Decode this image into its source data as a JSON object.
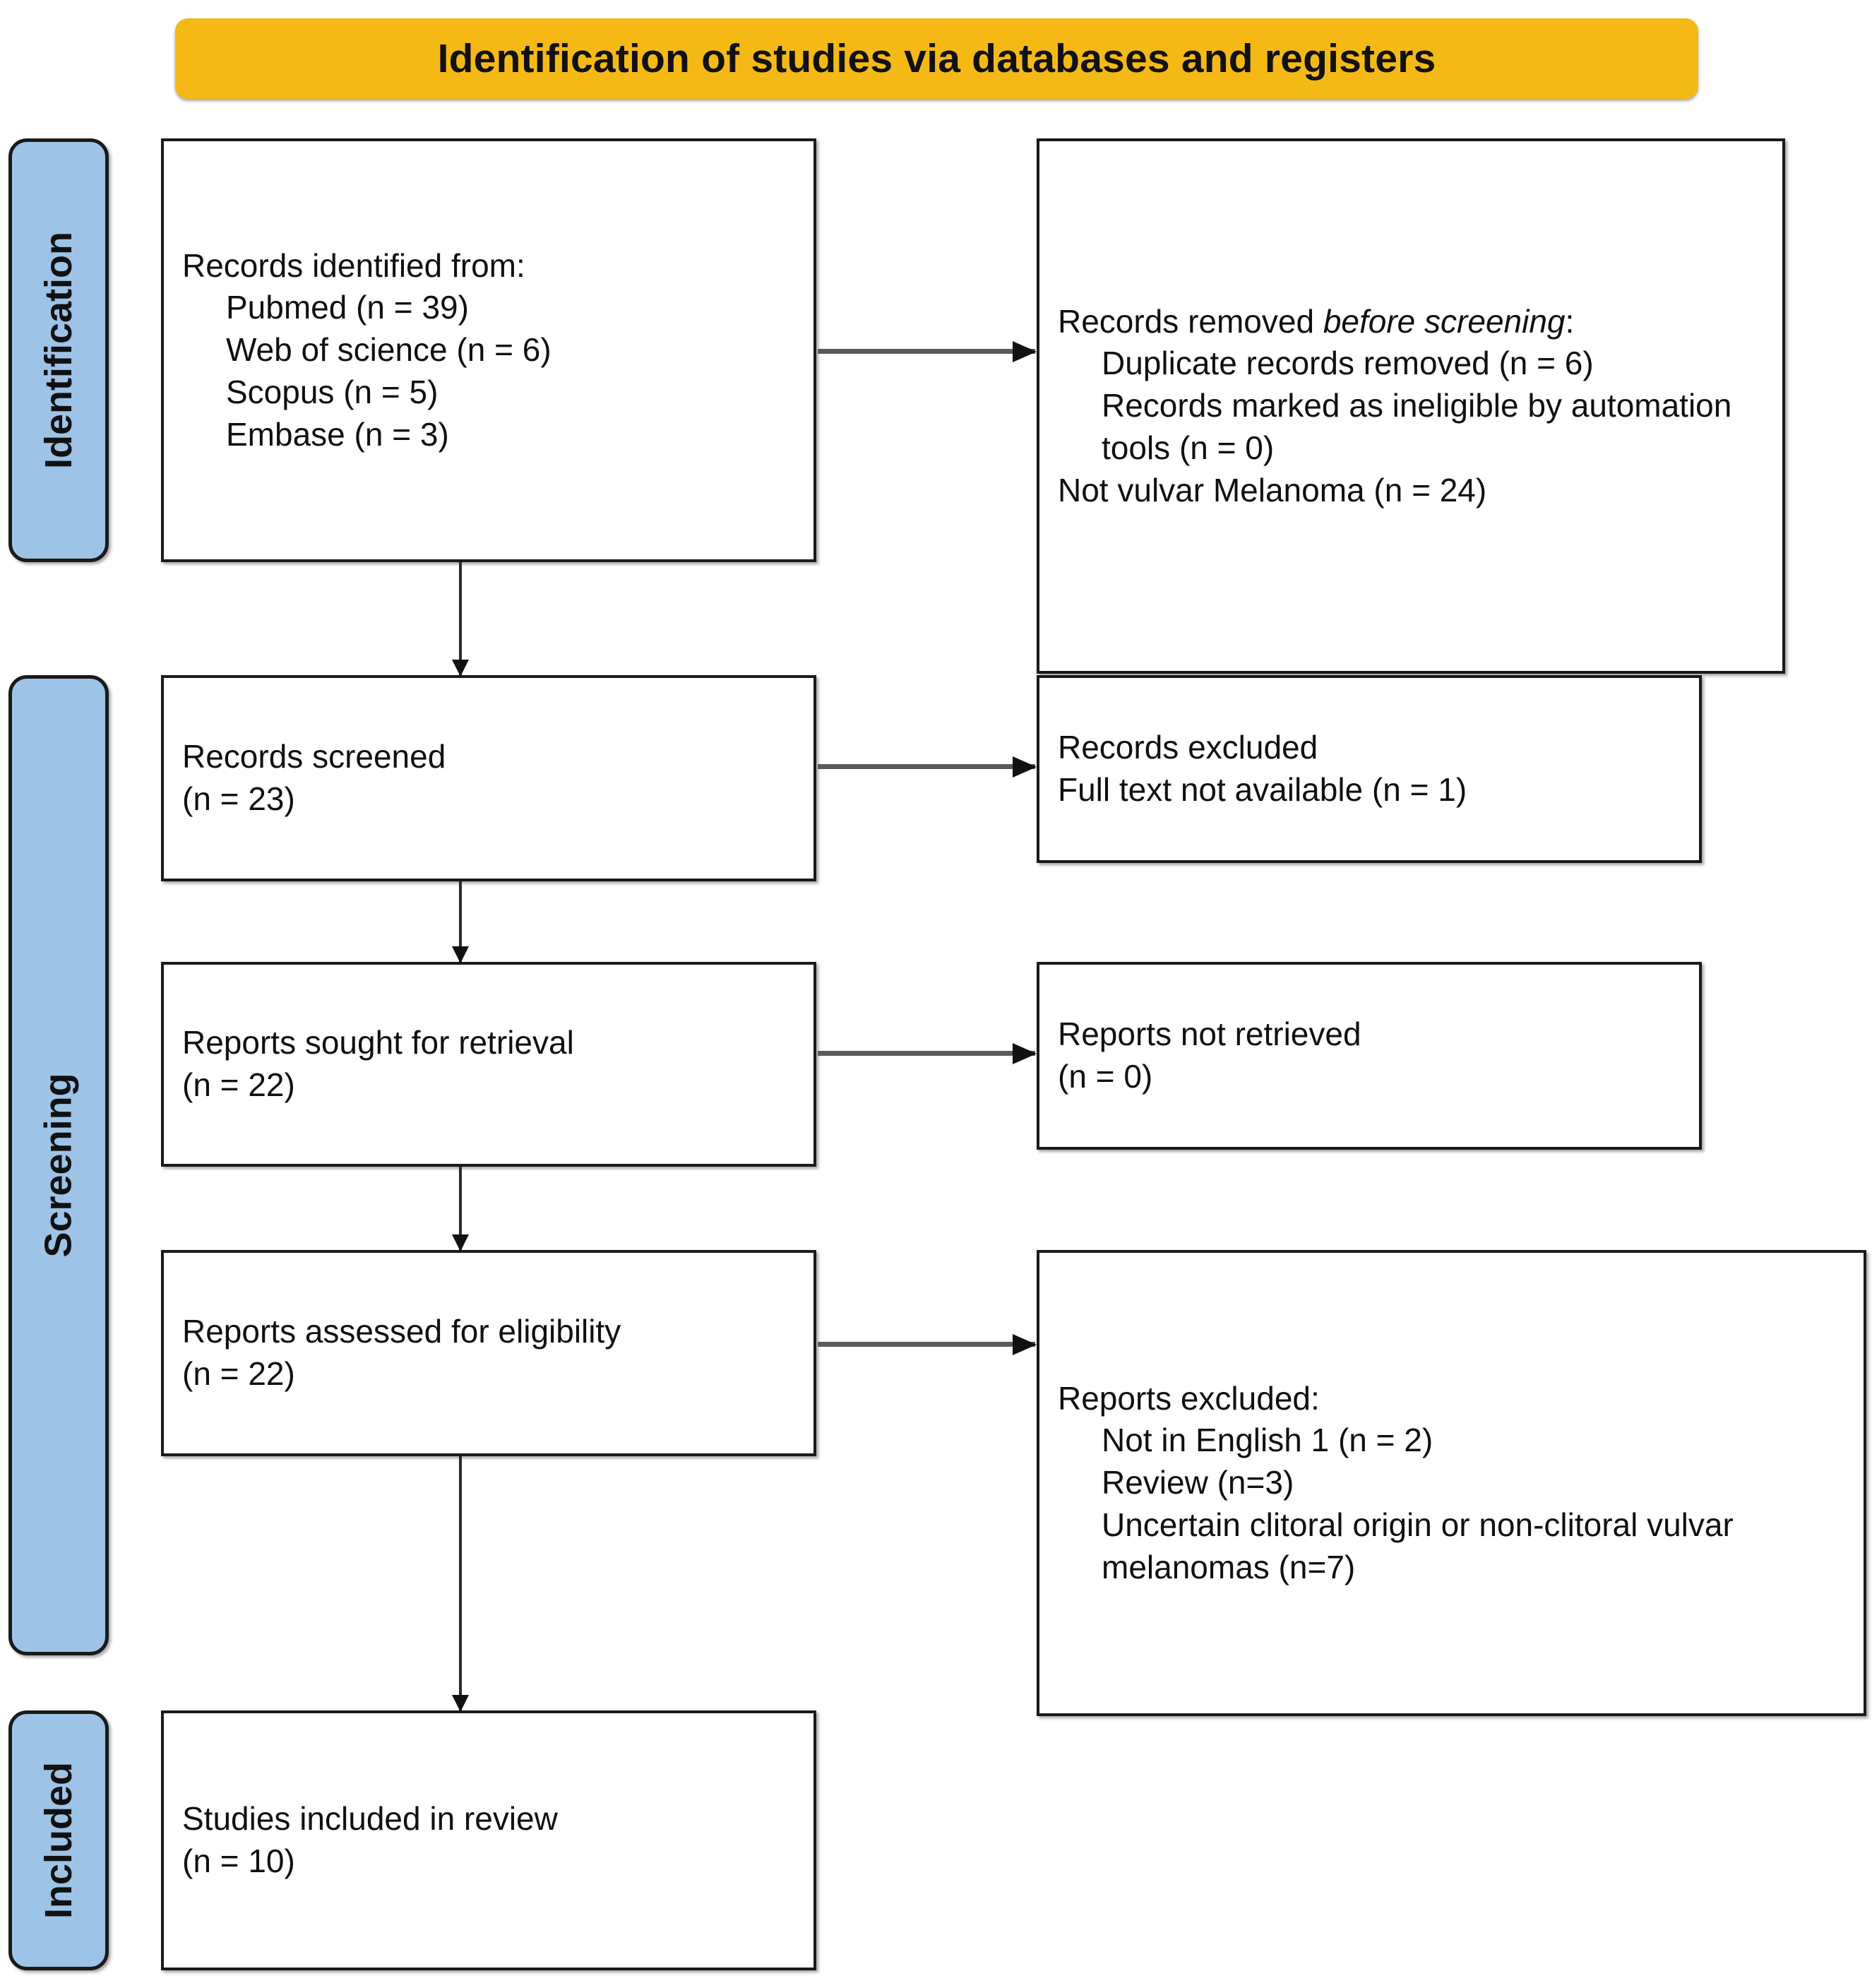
{
  "banner": {
    "title": "Identification of studies via databases and registers",
    "color": "#F5B916"
  },
  "stages": {
    "identification": "Identification",
    "screening": "Screening",
    "included": "Included",
    "color": "#9DC3E6"
  },
  "boxes": {
    "identified": {
      "heading": "Records identified from:",
      "items": [
        "Pubmed (n = 39)",
        "Web of science (n = 6)",
        "Scopus (n = 5)",
        "Embase (n = 3)"
      ]
    },
    "removed": {
      "heading_plain": "Records removed ",
      "heading_italic": "before screening",
      "heading_tail": ":",
      "items": [
        "Duplicate records removed  (n = 6)",
        "Records marked as ineligible by automation tools (n = 0)",
        "Not vulvar Melanoma  (n = 24)"
      ]
    },
    "screened": {
      "line1": "Records screened",
      "line2": "(n = 23)"
    },
    "records_excluded": {
      "line1": "Records excluded",
      "line2": "Full text not available (n = 1)"
    },
    "sought": {
      "line1": "Reports sought for retrieval",
      "line2": "(n = 22)"
    },
    "not_retrieved": {
      "line1": "Reports not retrieved",
      "line2": "(n = 0)"
    },
    "assessed": {
      "line1": "Reports assessed for eligibility",
      "line2": "(n = 22)"
    },
    "reports_excluded": {
      "heading": "Reports excluded:",
      "items": [
        "Not in English 1 (n = 2)",
        "Review (n=3)",
        "Uncertain clitoral origin or non-clitoral vulvar melanomas (n=7)"
      ]
    },
    "included": {
      "line1": "Studies included in review",
      "line2": "(n = 10)"
    }
  }
}
